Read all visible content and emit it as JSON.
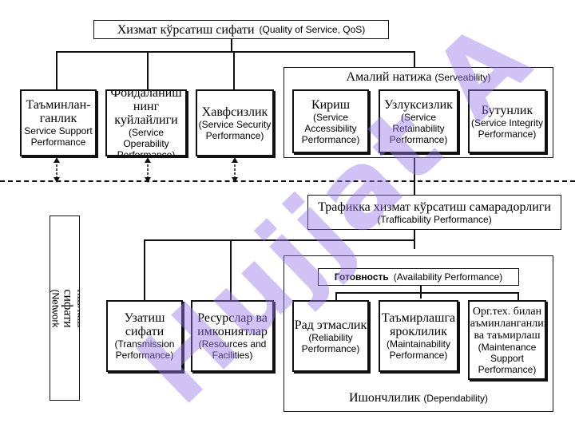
{
  "diagram": {
    "qos": {
      "title": "Хизмат кўрсатиш сифати",
      "sub": "(Quality of Service, QoS)"
    },
    "support": {
      "title": "Таъминлан-ганлик",
      "sub": "Service Support Performance"
    },
    "operability": {
      "title": "Фойдаланиш нинг куйлайлиги",
      "sub": "(Service Operability Performance)"
    },
    "security": {
      "title": "Хавфсизлик",
      "sub": "(Service Security Performance)"
    },
    "serveability": {
      "title": "Амалий натижа",
      "sub": "(Serveability)"
    },
    "access": {
      "title": "Кириш",
      "sub": "(Service Accessibility Performance)"
    },
    "retain": {
      "title": "Узлуксизлик",
      "sub": "(Service Retainability Performance)"
    },
    "integrity": {
      "title": "Бутунлик",
      "sub": "(Service Integrity Performance)"
    },
    "traffic": {
      "title": "Трафикка хизмат кўрсатиш самарадорлиги",
      "sub": "(Trafficability Performance)"
    },
    "network": {
      "title": "Тармокни ишлаш сифати",
      "sub": "(Network Performance, NP)"
    },
    "transmission": {
      "title": "Узатиш сифати",
      "sub": "(Transmission Performance)"
    },
    "resources": {
      "title": "Ресурслар ва имкониятлар",
      "sub": "(Resources and Facilities)"
    },
    "availability": {
      "title": "Готовность",
      "sub": "(Availability Performance)"
    },
    "reliability": {
      "title": "Рад этмаслик",
      "sub": "(Reliability Performance)"
    },
    "maintain": {
      "title": "Таъмирлашга яроклилик",
      "sub": "(Maintainability Performance)"
    },
    "maintsupport": {
      "title": "Орг.тех. билан таъминланганлик ва таъмирлаш",
      "sub": "(Maintenance Support Performance)"
    },
    "dependability": {
      "title": "Ишончлилик",
      "sub": "(Dependability)"
    }
  },
  "watermark": "Hujjat A",
  "colors": {
    "line": "#111111",
    "watermark": "#9678e6"
  }
}
